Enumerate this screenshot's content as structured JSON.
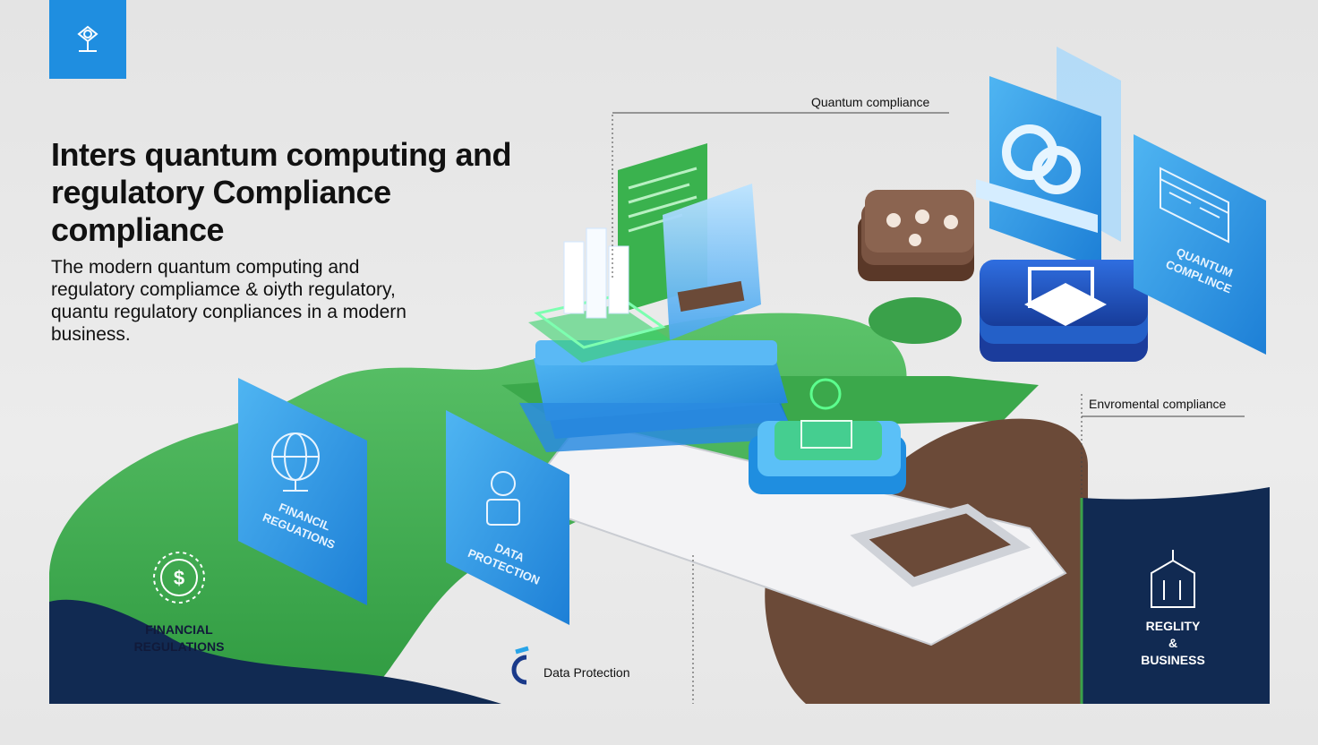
{
  "title": "Inters quantum computing and regulatory Compliance compliance",
  "subtitle": "The modern quantum computing and regulatory compliamce & oiyth regulatory, quantu regulatory conpliances in a modern business.",
  "callouts": {
    "quantum": "Quantum compliance",
    "environmental": "Envromental compliance",
    "data_protection": "Data Protection"
  },
  "cards": {
    "financial": "FINANCIL REGUATIONS",
    "data": "DATA PROTECTION",
    "quantum": "QUANTUM COMPLINCE"
  },
  "bottom": {
    "financial": "FINANCIAL REGULATIONS",
    "business_line1": "REGLITY",
    "business_line2": "&",
    "business_line3": "BUSINESS"
  },
  "icons": [
    "brain-tree-icon",
    "globe-icon",
    "person-icon",
    "dollar-icon",
    "browser-window-icon",
    "building-icon",
    "chip-icon",
    "c-logo-icon"
  ],
  "colors": {
    "green": "#3aa14a",
    "blue": "#1f8ee0",
    "navy": "#112a52",
    "brown": "#6b4a38",
    "background": "#e6e6e6"
  }
}
